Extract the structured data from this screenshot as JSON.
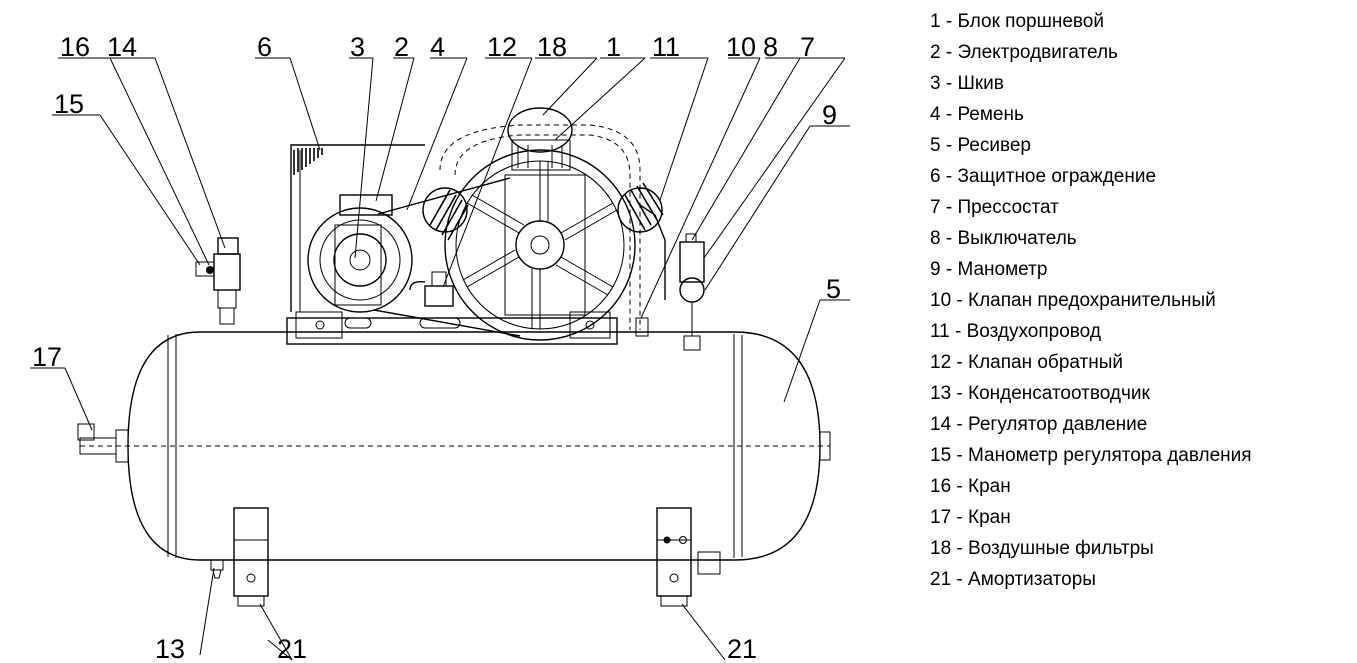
{
  "legend": [
    "1 - Блок поршневой",
    "2 - Электродвигатель",
    "3 - Шкив",
    "4 - Ремень",
    "5 - Ресивер",
    "6 - Защитное ограждение",
    "7 - Прессостат",
    "8 - Выключатель",
    "9 - Манометр",
    "10 - Клапан предохранительный",
    "11 - Воздухопровод",
    "12 - Клапан обратный",
    "13 - Конденсатоотводчик",
    "14 - Регулятор давление",
    "15 - Манометр регулятора давления",
    "16 - Кран",
    "17 - Кран",
    "18 - Воздушные фильтры",
    "21 - Амортизаторы"
  ],
  "callouts": {
    "c16": "16",
    "c14": "14",
    "c15": "15",
    "c6": "6",
    "c3": "3",
    "c2": "2",
    "c4": "4",
    "c12": "12",
    "c18": "18",
    "c1": "1",
    "c11": "11",
    "c10": "10",
    "c8": "8",
    "c7": "7",
    "c9": "9",
    "c5": "5",
    "c17": "17",
    "c13": "13",
    "c21a": "21",
    "c21b": "21"
  }
}
